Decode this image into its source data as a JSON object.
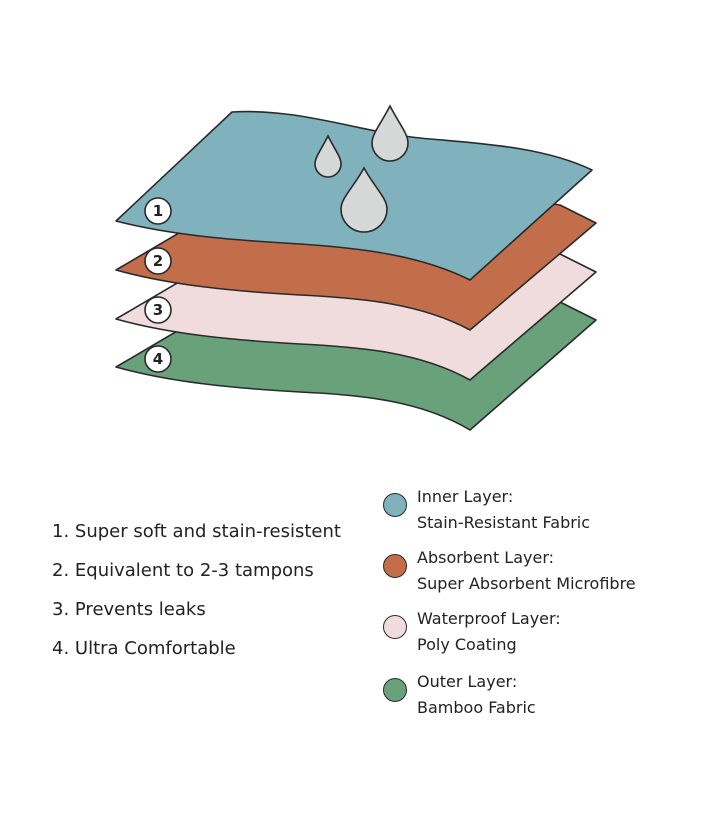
{
  "diagram": {
    "layers": [
      {
        "number": "1",
        "color": "#7fb2bd"
      },
      {
        "number": "2",
        "color": "#c36e4b"
      },
      {
        "number": "3",
        "color": "#f0dcdc"
      },
      {
        "number": "4",
        "color": "#68a17a"
      }
    ],
    "drop_color": "#d6d8d8"
  },
  "features": [
    "1. Super soft and stain-resistent",
    "2. Equivalent to 2-3 tampons",
    "3. Prevents leaks",
    "4. Ultra Comfortable"
  ],
  "legend": [
    {
      "title": "Inner Layer:",
      "subtitle": "Stain-Resistant Fabric",
      "color": "#7fb2bd"
    },
    {
      "title": "Absorbent Layer:",
      "subtitle": "Super Absorbent Microfibre",
      "color": "#c36e4b"
    },
    {
      "title": "Waterproof Layer:",
      "subtitle": "Poly Coating",
      "color": "#f0dcdc"
    },
    {
      "title": "Outer Layer:",
      "subtitle": "Bamboo Fabric",
      "color": "#68a17a"
    }
  ]
}
